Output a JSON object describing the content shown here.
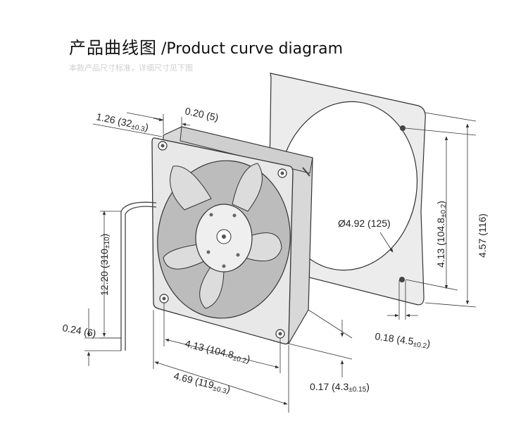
{
  "title": {
    "chinese": "产品曲线图",
    "english": "/Product curve diagram"
  },
  "subtitle": "本款产品尺寸标准，详细尺寸见下图",
  "dimensions": {
    "depth": {
      "main": "1.26 (32",
      "tol": "±0.3",
      "close": ")"
    },
    "flange": {
      "main": "0.20 (5)"
    },
    "cable_length": {
      "main": "12.20 (310",
      "tol": "±10",
      "close": ")"
    },
    "wire_end": {
      "main": "0.24 (6)"
    },
    "hole_spacing_h": {
      "main": "4.13 (104.8",
      "tol": "±0.2",
      "close": ")"
    },
    "width": {
      "main": "4.69 (119",
      "tol": "±0.3",
      "close": ")"
    },
    "hole_spacing_v": {
      "main": "4.13 (104.8",
      "tol": "±0.2",
      "close": ")"
    },
    "height": {
      "main": "4.57 (116)"
    },
    "cutout_diameter": {
      "main": "Ø4.92 (125)"
    },
    "hole_diameter": {
      "main": "0.18 (4.5",
      "tol": "±0.2",
      "close": ")"
    },
    "flange_thickness": {
      "main": "0.17 (4.3",
      "tol": "±0.15",
      "close": ")"
    }
  },
  "colors": {
    "fan_body": "#e8e8e8",
    "gasket": "#ececec",
    "outline": "#333333",
    "text": "#111111"
  }
}
